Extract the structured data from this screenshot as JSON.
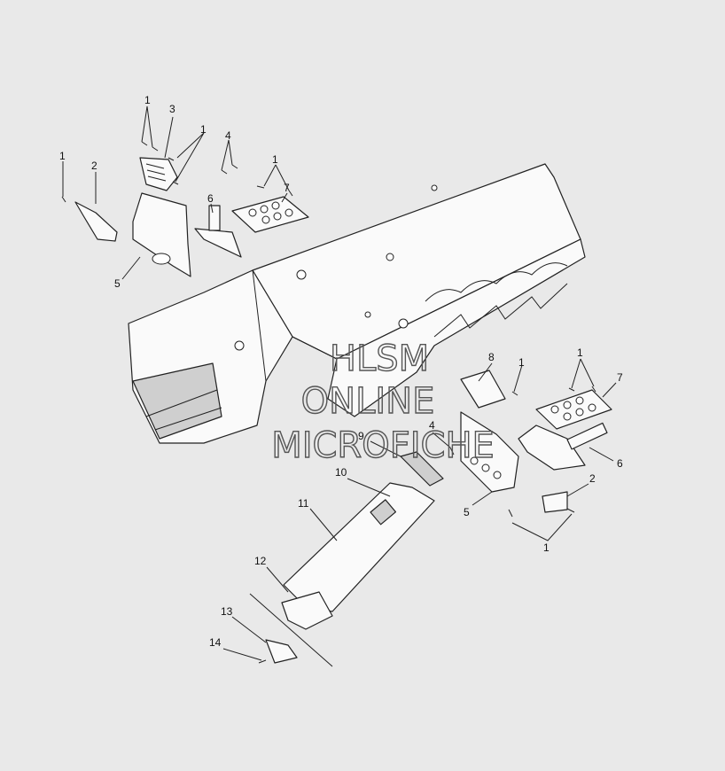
{
  "watermark": {
    "line1": "HLSM",
    "line2": "ONLINE",
    "line3": "MICROFICHE"
  },
  "callouts": [
    {
      "id": "c1a",
      "text": "1"
    },
    {
      "id": "c3",
      "text": "3"
    },
    {
      "id": "c1b",
      "text": "1"
    },
    {
      "id": "c4a",
      "text": "4"
    },
    {
      "id": "c1c",
      "text": "1"
    },
    {
      "id": "c2a",
      "text": "2"
    },
    {
      "id": "c1d",
      "text": "1"
    },
    {
      "id": "c6a",
      "text": "6"
    },
    {
      "id": "c7a",
      "text": "7"
    },
    {
      "id": "c5a",
      "text": "5"
    },
    {
      "id": "c8",
      "text": "8"
    },
    {
      "id": "c1e",
      "text": "1"
    },
    {
      "id": "c1f",
      "text": "1"
    },
    {
      "id": "c7b",
      "text": "7"
    },
    {
      "id": "c9",
      "text": "9"
    },
    {
      "id": "c4b",
      "text": "4"
    },
    {
      "id": "c6b",
      "text": "6"
    },
    {
      "id": "c2b",
      "text": "2"
    },
    {
      "id": "c10",
      "text": "10"
    },
    {
      "id": "c5b",
      "text": "5"
    },
    {
      "id": "c11",
      "text": "11"
    },
    {
      "id": "c1g",
      "text": "1"
    },
    {
      "id": "c12",
      "text": "12"
    },
    {
      "id": "c13",
      "text": "13"
    },
    {
      "id": "c14",
      "text": "14"
    }
  ]
}
